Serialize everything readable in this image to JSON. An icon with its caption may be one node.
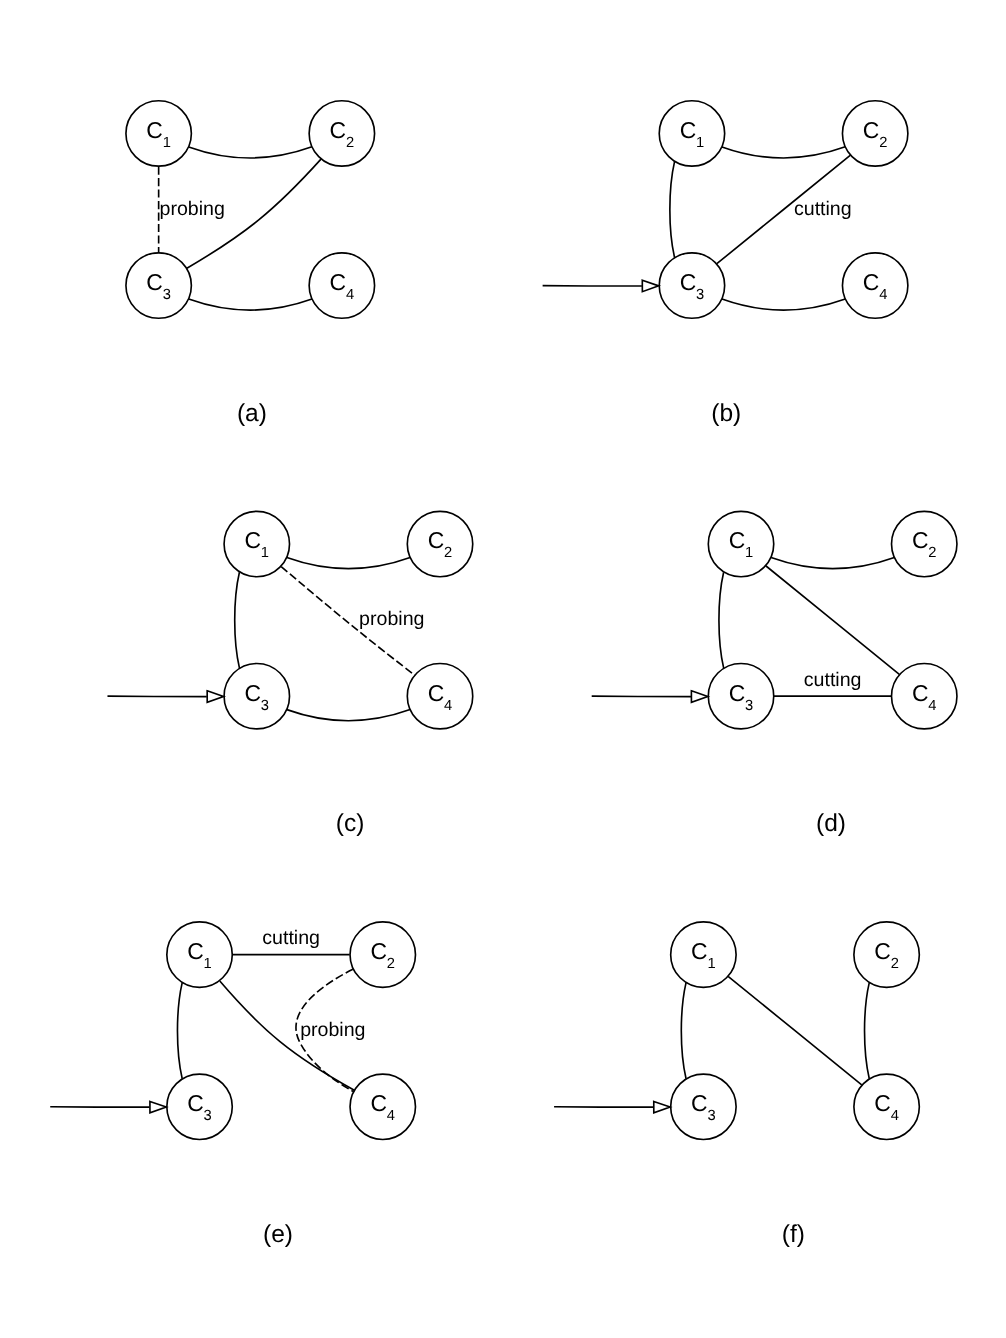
{
  "diagram": {
    "nodes": [
      {
        "text": [
          "C$_{1}$"
        ]
      },
      {
        "text": [
          "C$_{2}$"
        ]
      },
      {
        "text": [
          "C$_{3}$"
        ]
      },
      {
        "text": [
          "C$_{4}$"
        ]
      },
      {
        "text": [
          "C$_{1}$"
        ]
      },
      {
        "text": [
          "C$_{2}$"
        ]
      },
      {
        "text": [
          "C$_{3}$"
        ]
      },
      {
        "text": [
          "C$_{4}$"
        ]
      },
      {
        "text": [
          "C$_{1}$"
        ]
      },
      {
        "text": [
          "C$_{2}$"
        ]
      },
      {
        "text": [
          "C$_{3}$"
        ]
      },
      {
        "text": [
          "C$_{4}$"
        ]
      },
      {
        "text": [
          "C$_{1}$"
        ]
      },
      {
        "text": [
          "C$_{2}$"
        ]
      },
      {
        "text": [
          "C$_{3}$"
        ]
      },
      {
        "text": [
          "C$_{4}$"
        ]
      },
      {
        "text": [
          "C$_{1}$"
        ]
      },
      {
        "text": [
          "C$_{2}$"
        ]
      },
      {
        "text": [
          "C$_{3}$"
        ]
      },
      {
        "text": [
          "C$_{4}$"
        ]
      },
      {
        "text": [
          "C$_{1}$"
        ]
      },
      {
        "text": [
          "C$_{2}$"
        ]
      },
      {
        "text": [
          "C$_{3}$"
        ]
      },
      {
        "text": [
          "C$_{4}$"
        ]
      }
    ],
    "edges": [
      {
        "from": 0,
        "to": 1,
        "arrow": "none"
      },
      {
        "from": 1,
        "to": 2,
        "arrow": "none"
      },
      {
        "from": 2,
        "to": 3,
        "arrow": "none"
      },
      {
        "from": 0,
        "to": 2,
        "arrow": "none",
        "label": "probing",
        "style": "dashed"
      },
      {
        "from": null,
        "to": 6,
        "arrow": "to"
      },
      {
        "from": 4,
        "to": 5,
        "arrow": "none"
      },
      {
        "from": 4,
        "to": 6,
        "arrow": "none"
      },
      {
        "from": 5,
        "to": 6,
        "arrow": "none",
        "label": "cutting"
      },
      {
        "from": 6,
        "to": 7,
        "arrow": "none"
      },
      {
        "from": null,
        "to": 10,
        "arrow": "to"
      },
      {
        "from": 8,
        "to": 9,
        "arrow": "none"
      },
      {
        "from": 8,
        "to": 10,
        "arrow": "none"
      },
      {
        "from": 8,
        "to": 11,
        "arrow": "none",
        "label": "probing",
        "style": "dashed"
      },
      {
        "from": 10,
        "to": 11,
        "arrow": "none"
      },
      {
        "from": null,
        "to": 14,
        "arrow": "to"
      },
      {
        "from": 12,
        "to": 13,
        "arrow": "none"
      },
      {
        "from": 12,
        "to": 14,
        "arrow": "none"
      },
      {
        "from": 12,
        "to": 15,
        "arrow": "none"
      },
      {
        "from": 14,
        "to": 15,
        "arrow": "none",
        "label": "cutting"
      },
      {
        "from": null,
        "to": 18,
        "arrow": "to"
      },
      {
        "from": 16,
        "to": 17,
        "arrow": "none",
        "label": "cutting"
      },
      {
        "from": 17,
        "to": 19,
        "arrow": "none",
        "label": "probing",
        "style": "dashed"
      },
      {
        "from": 16,
        "to": 18,
        "arrow": "none"
      },
      {
        "from": 16,
        "to": 19,
        "arrow": "none"
      },
      {
        "from": null,
        "to": 22,
        "arrow": "to"
      },
      {
        "from": 20,
        "to": 22,
        "arrow": "none"
      },
      {
        "from": 20,
        "to": 23,
        "arrow": "none"
      },
      {
        "from": 21,
        "to": 23,
        "arrow": "none"
      }
    ],
    "labels": [
      "(a)",
      "(b)",
      "(c)",
      "(d)",
      "(e)",
      "(f)"
    ]
  }
}
